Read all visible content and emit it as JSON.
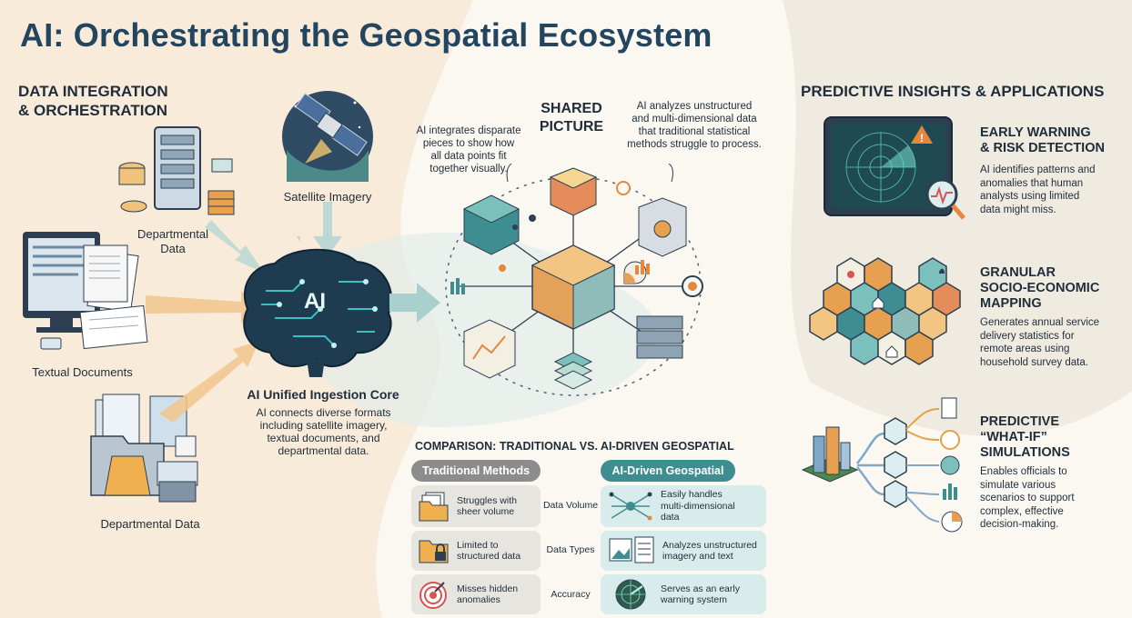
{
  "title": "AI: Orchestrating the Geospatial Ecosystem",
  "left": {
    "heading_line1": "DATA INTEGRATION",
    "heading_line2": "& ORCHESTRATION",
    "departmental_top_line1": "Departmental",
    "departmental_top_line2": "Data",
    "satellite": "Satellite Imagery",
    "textual": "Textual Documents",
    "departmental_bottom": "Departmental Data",
    "core_title": "AI Unified Ingestion Core",
    "core_desc_1": "AI connects diverse formats",
    "core_desc_2": "including satellite imagery,",
    "core_desc_3": "textual documents, and",
    "core_desc_4": "departmental data.",
    "brain_label": "AI"
  },
  "center": {
    "shared_1": "SHARED",
    "shared_2": "PICTURE",
    "note_left_1": "AI integrates disparate",
    "note_left_2": "pieces to show how",
    "note_left_3": "all data points fit",
    "note_left_4": "together visually.",
    "note_right_1": "AI analyzes unstructured",
    "note_right_2": "and multi-dimensional data",
    "note_right_3": "that traditional statistical",
    "note_right_4": "methods struggle to process."
  },
  "comparison": {
    "title": "COMPARISON: TRADITIONAL VS. AI-DRIVEN GEOSPATIAL",
    "traditional_label": "Traditional Methods",
    "ai_label": "AI-Driven Geospatial",
    "rows": [
      {
        "label": "Data Volume",
        "trad_1": "Struggles with",
        "trad_2": "sheer volume",
        "ai_1": "Easily handles",
        "ai_2": "multi-dimensional",
        "ai_3": "data"
      },
      {
        "label": "Data Types",
        "trad_1": "Limited to",
        "trad_2": "structured data",
        "ai_1": "Analyzes unstructured",
        "ai_2": "imagery and text",
        "ai_3": ""
      },
      {
        "label": "Accuracy",
        "trad_1": "Misses hidden",
        "trad_2": "anomalies",
        "ai_1": "Serves as an early",
        "ai_2": "warning system",
        "ai_3": ""
      }
    ]
  },
  "right": {
    "heading": "PREDICTIVE INSIGHTS & APPLICATIONS",
    "cards": [
      {
        "title_1": "EARLY WARNING",
        "title_2": "& RISK DETECTION",
        "title_3": "",
        "d1": "AI identifies patterns and",
        "d2": "anomalies that human",
        "d3": "analysts using limited",
        "d4": "data might miss."
      },
      {
        "title_1": "GRANULAR",
        "title_2": "SOCIO-ECONOMIC",
        "title_3": "MAPPING",
        "d1": "Generates annual service",
        "d2": "delivery statistics for",
        "d3": "remote areas using",
        "d4": "household survey data."
      },
      {
        "title_1": "PREDICTIVE",
        "title_2": "“WHAT-IF”",
        "title_3": "SIMULATIONS",
        "d1": "Enables officials to",
        "d2": "simulate various",
        "d3": "scenarios to support",
        "d4": "complex, effective",
        "d5": "decision-making."
      }
    ]
  },
  "colors": {
    "title": "#23455f",
    "teal": "#3e8e91",
    "orange": "#e8a046",
    "gray_pill": "#8c8c8c",
    "teal_pill": "#3e8e91"
  }
}
